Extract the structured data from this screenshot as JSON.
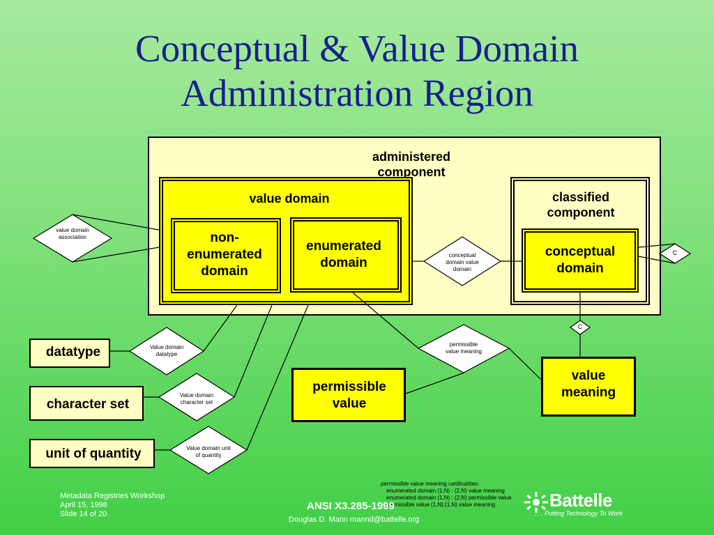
{
  "title": {
    "line1": "Conceptual & Value Domain",
    "line2": "Administration Region"
  },
  "entities": {
    "administered_component": "administered component",
    "value_domain": "value domain",
    "non_enumerated_domain": "non-enumerated domain",
    "enumerated_domain": "enumerated domain",
    "classified_component": "classified component",
    "conceptual_domain": "conceptual domain",
    "datatype": "datatype",
    "character_set": "character set",
    "unit_of_quantity": "unit of quantity",
    "permissible_value": "permissible value",
    "value_meaning": "value meaning"
  },
  "relationships": {
    "value_domain_association": "value domain association",
    "conceptual_domain_value_domain": "conceptual domain value domain",
    "permissible_value_meaning": "permissible value meaning",
    "value_domain_datatype": "Value domain datatype",
    "value_domain_character_set": "Value domain character set",
    "value_domain_unit_of_quantity": "Value domain unit of quantity",
    "c_right": "C",
    "c_below": "C"
  },
  "cardinalities": {
    "heading": "permissible value meaning cardinalities:",
    "line1": "enumerated domain (1,N) : (2,N) value meaning",
    "line2": "enumerated domain (1,N) : (2,N) permissible value",
    "line3": "permissible value (1,N):(1,N) value meaning"
  },
  "footer": {
    "workshop": "Metadata Registries Workshop",
    "date": "April 15, 1998",
    "slide": "Slide 14 of 20",
    "standard": "ANSI X3.285-1999",
    "author": "Douglas D. Mann  mannd@battelle.org",
    "brand": "Battelle",
    "tagline": ". . . Putting Technology To Work"
  },
  "colors": {
    "title": "#1a1f8c",
    "entity_fill": "#ffff00",
    "outer_fill": "#ffffc4",
    "background_top": "#a6ea9e",
    "background_bottom": "#41cf46"
  }
}
